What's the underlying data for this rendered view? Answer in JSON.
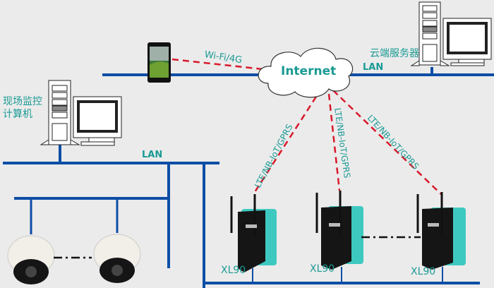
{
  "cloud": {
    "label": "Internet"
  },
  "links": {
    "wifi": "Wi-Fi/4G",
    "cellular_1": "LTE/NB-IoT/GPRS",
    "cellular_2": "LTE/NB-IoT/GPRS",
    "cellular_3": "LTE/NB-IoT/GPRS"
  },
  "nodes": {
    "cloud_server": "云端服务器",
    "local_pc_line1": "现场监控",
    "local_pc_line2": "计算机",
    "devices": [
      "XL90",
      "XL90",
      "XL90"
    ]
  },
  "networks": {
    "lan_top": "LAN",
    "lan_main": "LAN"
  },
  "colors": {
    "lan": "#0d4ea6",
    "wireless": "#d8192a",
    "label": "#1a9a94",
    "device_accent": "#3ec9c0"
  }
}
